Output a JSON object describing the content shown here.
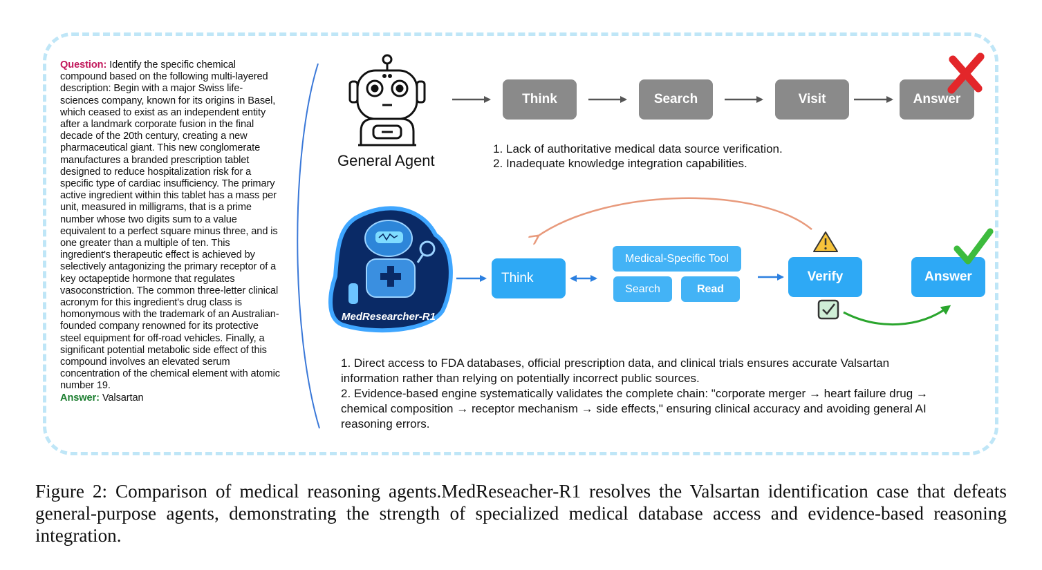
{
  "question": {
    "label": "Question:",
    "text": "Identify the specific chemical compound based on the following multi-layered description: Begin with a major Swiss life-sciences company, known for its origins in Basel, which ceased to exist as an independent entity after a landmark corporate fusion in the final decade of the 20th century, creating a new pharmaceutical giant. This new conglomerate manufactures a branded prescription tablet designed to reduce hospitalization risk for a specific type of cardiac insufficiency. The primary active ingredient within this tablet has a mass per unit, measured in milligrams, that is a prime number whose two digits sum to a value equivalent to a perfect square minus three, and is one greater than a multiple of ten. This ingredient's therapeutic effect is achieved by selectively antagonizing the primary receptor of a key octapeptide hormone that regulates vasoconstriction. The common three-letter clinical acronym for this ingredient's drug class is homonymous with the trademark of an Australian-founded company renowned for its protective steel equipment for off-road vehicles. Finally, a significant potential metabolic side effect of this compound involves an elevated serum concentration of the chemical element with atomic number 19.",
    "answer_label": "Answer:",
    "answer": "Valsartan"
  },
  "general": {
    "label": "General Agent",
    "steps": [
      "Think",
      "Search",
      "Visit",
      "Answer"
    ],
    "issues": [
      "Lack of authoritative medical data source verification.",
      "Inadequate knowledge integration capabilities."
    ],
    "result_icon": "red-cross-icon"
  },
  "med": {
    "logo_text": "MedResearcher-R1",
    "think": "Think",
    "tool_label": "Medical-Specific Tool",
    "search": "Search",
    "read": "Read",
    "verify": "Verify",
    "answer": "Answer",
    "points": [
      "1. Direct access to FDA databases, official prescription data, and clinical trials ensures accurate Valsartan information rather than relying on potentially incorrect public sources.",
      "2. Evidence-based engine systematically validates the complete chain: \"corporate merger → heart failure drug → chemical composition → receptor mechanism → side effects,\" ensuring clinical accuracy and avoiding general AI reasoning errors."
    ],
    "result_icon": "green-check-icon"
  },
  "caption": "Figure 2: Comparison of medical reasoning agents.MedReseacher-R1 resolves the Valsartan identification case that defeats general-purpose agents, demonstrating the strength of specialized medical database access and evidence-based reasoning integration.",
  "colors": {
    "gray_box": "#8a8a8a",
    "blue_box": "#2ea9f5",
    "dashed_border": "#bfe6f7",
    "question": "#c2185b",
    "answer": "#1b7d2f"
  }
}
